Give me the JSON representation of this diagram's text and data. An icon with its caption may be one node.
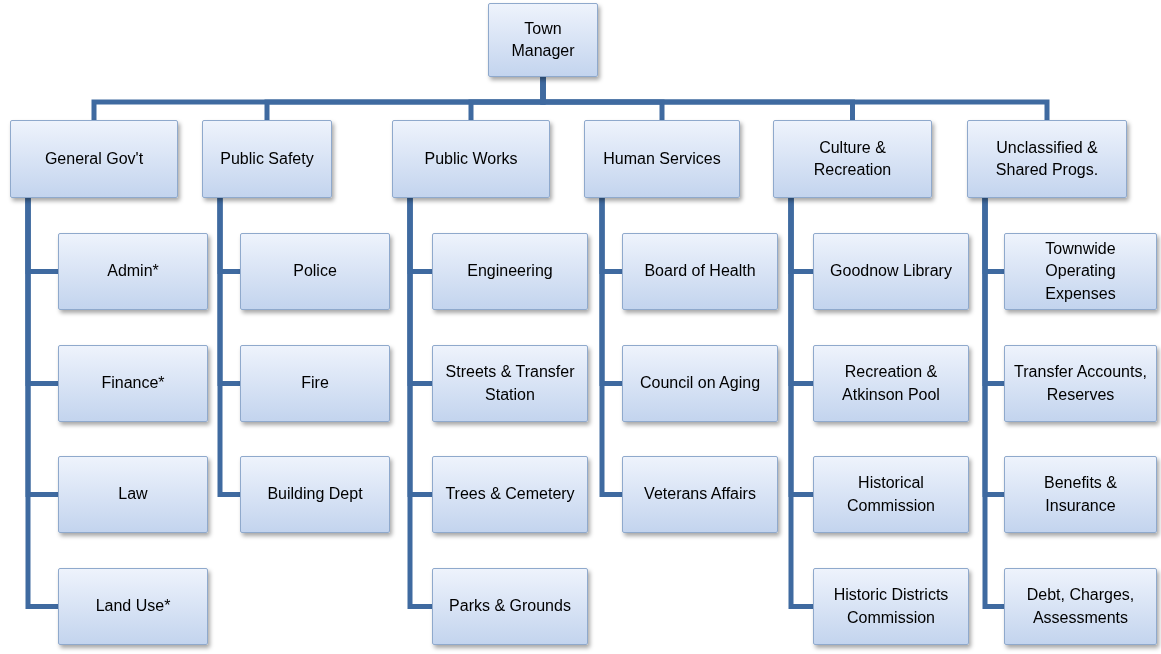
{
  "diagram": {
    "nodes": [
      {
        "text": [
          "Town Manager"
        ]
      },
      {
        "text": [
          "General Gov't"
        ]
      },
      {
        "text": [
          "Public Safety"
        ]
      },
      {
        "text": [
          "Public Works"
        ]
      },
      {
        "text": [
          "Human Services"
        ]
      },
      {
        "text": [
          "Culture & Recreation"
        ]
      },
      {
        "text": [
          "Unclassified & Shared Progs."
        ]
      },
      {
        "text": [
          "Admin*"
        ]
      },
      {
        "text": [
          "Finance*"
        ]
      },
      {
        "text": [
          "Law"
        ]
      },
      {
        "text": [
          "Land Use*"
        ]
      },
      {
        "text": [
          "Police"
        ]
      },
      {
        "text": [
          "Fire"
        ]
      },
      {
        "text": [
          "Building Dept"
        ]
      },
      {
        "text": [
          "Engineering"
        ]
      },
      {
        "text": [
          "Streets & Transfer Station"
        ]
      },
      {
        "text": [
          "Trees & Cemetery"
        ]
      },
      {
        "text": [
          "Parks & Grounds"
        ]
      },
      {
        "text": [
          "Board of Health"
        ]
      },
      {
        "text": [
          "Council on Aging"
        ]
      },
      {
        "text": [
          "Veterans Affairs"
        ]
      },
      {
        "text": [
          "Goodnow Library"
        ]
      },
      {
        "text": [
          "Recreation & Atkinson Pool"
        ]
      },
      {
        "text": [
          "Historical Commission"
        ]
      },
      {
        "text": [
          "Historic Districts Commission"
        ]
      },
      {
        "text": [
          "Townwide Operating Expenses"
        ]
      },
      {
        "text": [
          "Transfer Accounts, Reserves"
        ]
      },
      {
        "text": [
          "Benefits & Insurance"
        ]
      },
      {
        "text": [
          "Debt, Charges, Assessments"
        ]
      }
    ],
    "edges": [
      {
        "from": 0,
        "to": 1,
        "arrow": "none"
      },
      {
        "from": 0,
        "to": 2,
        "arrow": "none"
      },
      {
        "from": 0,
        "to": 3,
        "arrow": "none"
      },
      {
        "from": 0,
        "to": 4,
        "arrow": "none"
      },
      {
        "from": 0,
        "to": 5,
        "arrow": "none"
      },
      {
        "from": 0,
        "to": 6,
        "arrow": "none"
      },
      {
        "from": 1,
        "to": 7,
        "arrow": "none"
      },
      {
        "from": 1,
        "to": 8,
        "arrow": "none"
      },
      {
        "from": 1,
        "to": 9,
        "arrow": "none"
      },
      {
        "from": 1,
        "to": 10,
        "arrow": "none"
      },
      {
        "from": 2,
        "to": 11,
        "arrow": "none"
      },
      {
        "from": 2,
        "to": 12,
        "arrow": "none"
      },
      {
        "from": 2,
        "to": 13,
        "arrow": "none"
      },
      {
        "from": 3,
        "to": 14,
        "arrow": "none"
      },
      {
        "from": 3,
        "to": 15,
        "arrow": "none"
      },
      {
        "from": 3,
        "to": 16,
        "arrow": "none"
      },
      {
        "from": 3,
        "to": 17,
        "arrow": "none"
      },
      {
        "from": 4,
        "to": 18,
        "arrow": "none"
      },
      {
        "from": 4,
        "to": 19,
        "arrow": "none"
      },
      {
        "from": 4,
        "to": 20,
        "arrow": "none"
      },
      {
        "from": 5,
        "to": 21,
        "arrow": "none"
      },
      {
        "from": 5,
        "to": 22,
        "arrow": "none"
      },
      {
        "from": 5,
        "to": 23,
        "arrow": "none"
      },
      {
        "from": 5,
        "to": 24,
        "arrow": "none"
      },
      {
        "from": 6,
        "to": 25,
        "arrow": "none"
      },
      {
        "from": 6,
        "to": 26,
        "arrow": "none"
      },
      {
        "from": 6,
        "to": 27,
        "arrow": "none"
      },
      {
        "from": 6,
        "to": 28,
        "arrow": "none"
      }
    ]
  }
}
